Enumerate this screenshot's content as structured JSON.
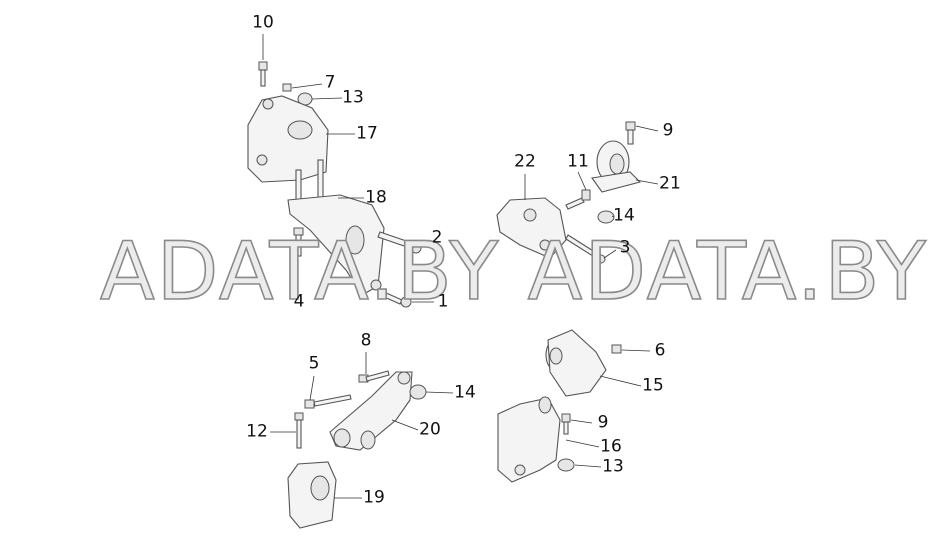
{
  "watermark": "ADATA.BY ADATA.BY",
  "callouts": [
    {
      "id": "c10",
      "label": "10"
    },
    {
      "id": "c7",
      "label": "7"
    },
    {
      "id": "c13a",
      "label": "13"
    },
    {
      "id": "c17",
      "label": "17"
    },
    {
      "id": "c18",
      "label": "18"
    },
    {
      "id": "c2",
      "label": "2"
    },
    {
      "id": "c4",
      "label": "4"
    },
    {
      "id": "c1",
      "label": "1"
    },
    {
      "id": "c22",
      "label": "22"
    },
    {
      "id": "c11",
      "label": "11"
    },
    {
      "id": "c9a",
      "label": "9"
    },
    {
      "id": "c21",
      "label": "21"
    },
    {
      "id": "c14a",
      "label": "14"
    },
    {
      "id": "c3",
      "label": "3"
    },
    {
      "id": "c8",
      "label": "8"
    },
    {
      "id": "c5",
      "label": "5"
    },
    {
      "id": "c14b",
      "label": "14"
    },
    {
      "id": "c12",
      "label": "12"
    },
    {
      "id": "c20",
      "label": "20"
    },
    {
      "id": "c19",
      "label": "19"
    },
    {
      "id": "c6",
      "label": "6"
    },
    {
      "id": "c15",
      "label": "15"
    },
    {
      "id": "c9b",
      "label": "9"
    },
    {
      "id": "c16",
      "label": "16"
    },
    {
      "id": "c13b",
      "label": "13"
    }
  ]
}
